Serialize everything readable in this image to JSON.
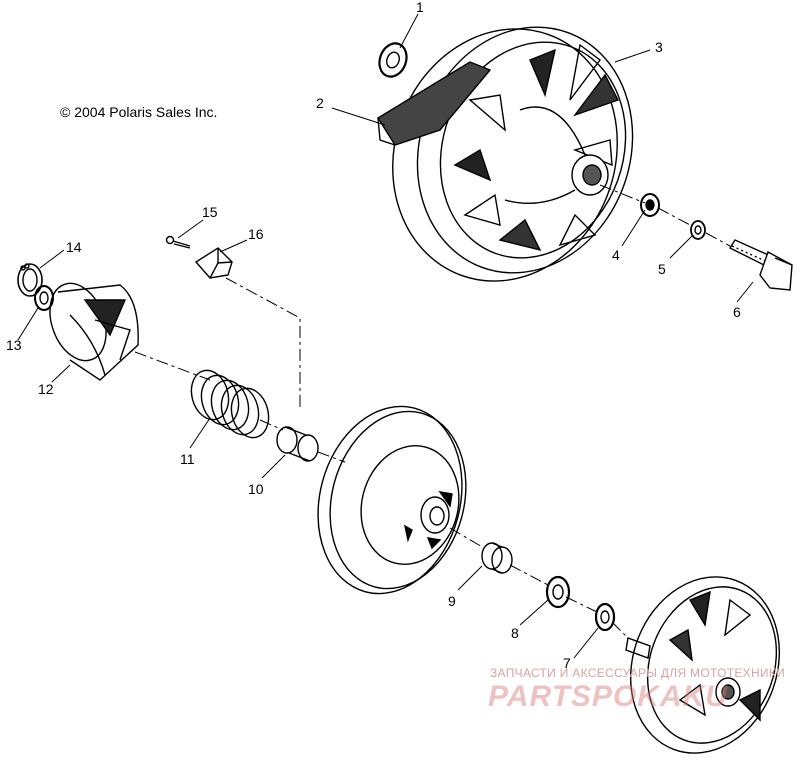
{
  "copyright": "© 2004 Polaris Sales Inc.",
  "callouts": [
    {
      "id": "1",
      "label": "1"
    },
    {
      "id": "2",
      "label": "2"
    },
    {
      "id": "3",
      "label": "3"
    },
    {
      "id": "4",
      "label": "4"
    },
    {
      "id": "5",
      "label": "5"
    },
    {
      "id": "6",
      "label": "6"
    },
    {
      "id": "7",
      "label": "7"
    },
    {
      "id": "8",
      "label": "8"
    },
    {
      "id": "9",
      "label": "9"
    },
    {
      "id": "10",
      "label": "10"
    },
    {
      "id": "11",
      "label": "11"
    },
    {
      "id": "12",
      "label": "12"
    },
    {
      "id": "13",
      "label": "13"
    },
    {
      "id": "14",
      "label": "14"
    },
    {
      "id": "15",
      "label": "15"
    },
    {
      "id": "16",
      "label": "16"
    }
  ],
  "watermark": {
    "subtitle": "ЗАПЧАСТИ И АКСЕССУАРЫ ДЛЯ МОТОТЕХНИКИ",
    "brand": "PARTSPOKAKU"
  },
  "colors": {
    "line": "#000000",
    "watermark": "#dc7878"
  }
}
